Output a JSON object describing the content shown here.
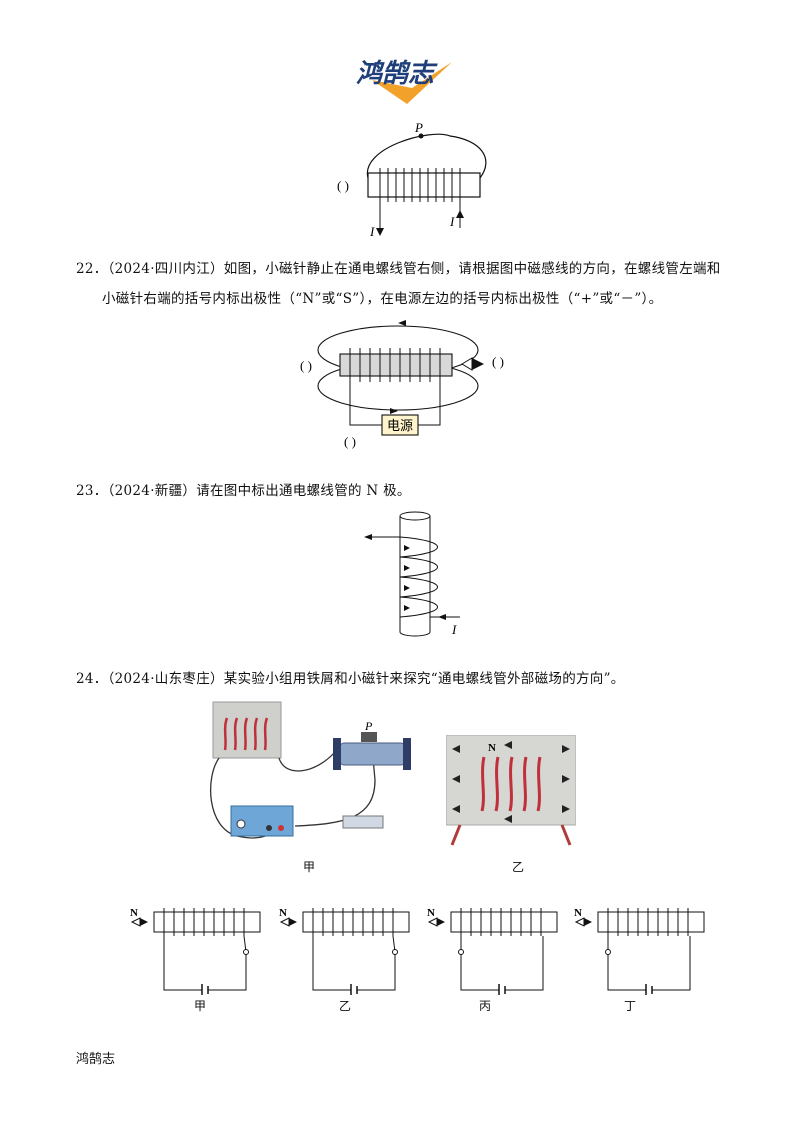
{
  "header": {
    "logo_text": "鸿鹄志"
  },
  "fig21": {
    "p_label": "P",
    "bracket": "(    )",
    "i_left": "I",
    "i_right": "I"
  },
  "q22": {
    "number": "22．",
    "source": "（2024·四川内江）",
    "line1": "如图，小磁针静止在通电螺线管右侧，请根据图中磁感线的方向，在螺线管左端和",
    "line2": "小磁针右端的括号内标出极性（“N”或“S”），在电源左边的括号内标出极性（“+”或“－”）。",
    "bracket_left": "(      )",
    "bracket_right": "(      )",
    "bracket_bottom": "(      )",
    "power_label": "电源"
  },
  "q23": {
    "number": "23．",
    "source": "（2024·新疆）",
    "text": "请在图中标出通电螺线管的 N 极。",
    "i_label": "I"
  },
  "q24": {
    "number": "24．",
    "source": "（2024·山东枣庄）",
    "text": "某实验小组用铁屑和小磁针来探究“通电螺线管外部磁场的方向”。",
    "p_label": "P",
    "n_label": "N",
    "photo_captions": [
      "甲",
      "乙"
    ],
    "circuit_n_label": "N",
    "circuit_captions": [
      "甲",
      "乙",
      "丙",
      "丁"
    ]
  },
  "footer": {
    "text": "鸿鹄志"
  }
}
